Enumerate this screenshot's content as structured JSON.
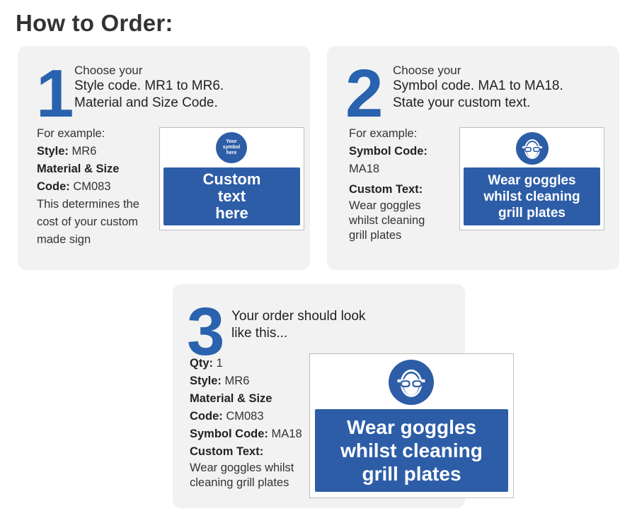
{
  "title": "How to Order:",
  "colors": {
    "accent": "#2962ae",
    "sign_blue": "#2d5da7",
    "card_bg": "#f2f2f2"
  },
  "steps": [
    {
      "number": "1",
      "intro": "Choose your",
      "lines": [
        "Style code. MR1 to MR6.",
        "Material and Size Code."
      ],
      "example_label": "For example:",
      "style_label": "Style:",
      "style_value": "MR6",
      "material_label_1": "Material & Size",
      "material_label_2": "Code:",
      "material_value": "CM083",
      "note": [
        "This determines the",
        "cost of your custom",
        "made sign"
      ],
      "sign": {
        "symbol_text": [
          "Your",
          "symbol",
          "here"
        ],
        "panel_text": [
          "Custom",
          "text",
          "here"
        ]
      }
    },
    {
      "number": "2",
      "intro": "Choose your",
      "lines": [
        "Symbol code. MA1 to MA18.",
        "State your custom text."
      ],
      "example_label": "For example:",
      "symbol_label": "Symbol Code:",
      "symbol_value": "MA18",
      "custom_label": "Custom Text:",
      "custom_value": [
        "Wear goggles",
        "whilst cleaning",
        "grill plates"
      ],
      "sign": {
        "symbol_icon": "goggles-icon",
        "panel_text": [
          "Wear goggles",
          "whilst cleaning",
          "grill plates"
        ]
      }
    },
    {
      "number": "3",
      "intro": [
        "Your order should look",
        "like this..."
      ],
      "qty_label": "Qty:",
      "qty_value": "1",
      "style_label": "Style:",
      "style_value": "MR6",
      "material_label_1": "Material & Size",
      "material_label_2": "Code:",
      "material_value": "CM083",
      "symbol_label": "Symbol Code:",
      "symbol_value": "MA18",
      "custom_label": "Custom Text:",
      "custom_value": [
        "Wear goggles whilst",
        "cleaning grill plates"
      ],
      "sign": {
        "symbol_icon": "goggles-icon",
        "panel_text": [
          "Wear goggles",
          "whilst cleaning",
          "grill plates"
        ]
      }
    }
  ]
}
